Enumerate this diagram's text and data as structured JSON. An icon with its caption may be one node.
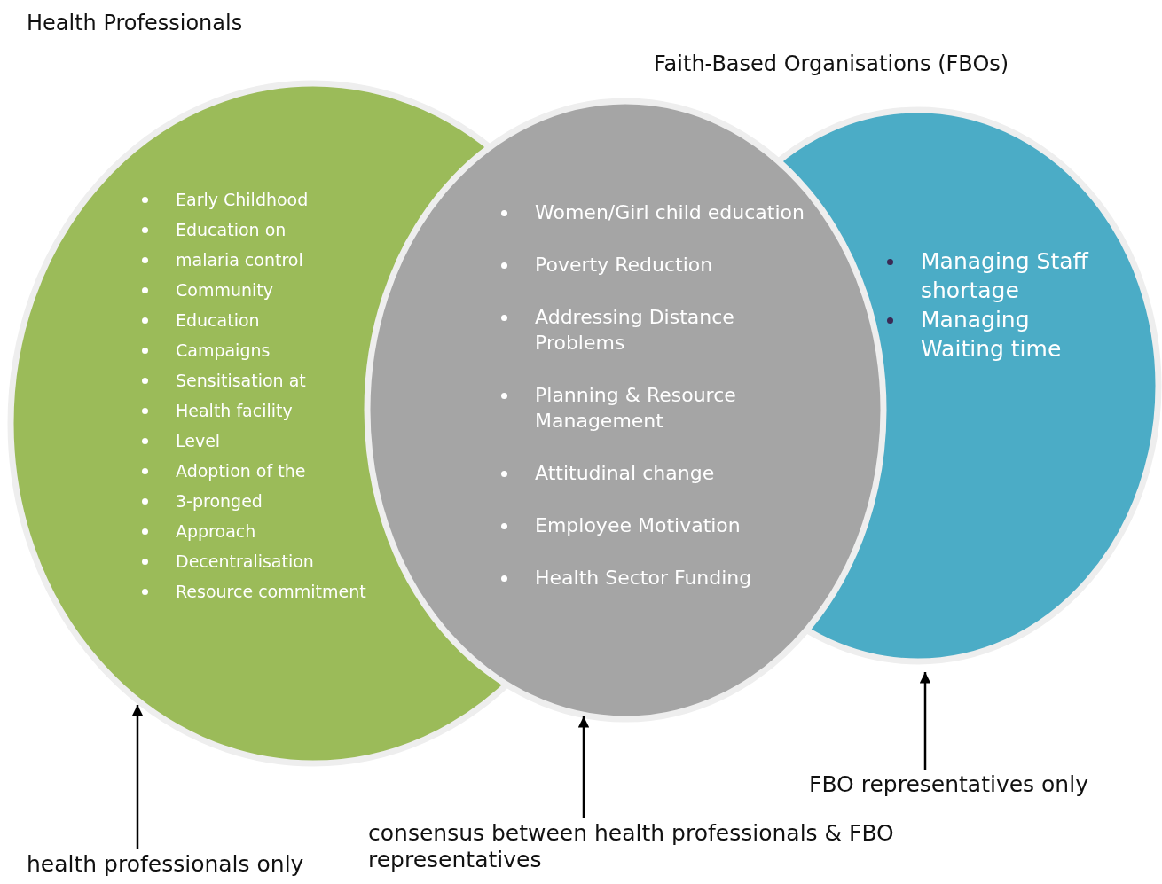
{
  "diagram": {
    "nodes": [
      {
        "text": [
          "Health Professionals",
          "Early Childhood",
          "Education on",
          "malaria control",
          "Community",
          "Education",
          "Campaigns",
          "Sensitisation at",
          "Health facility",
          "Level",
          "Adoption of the",
          "3-pronged",
          "Approach",
          "Decentralisation",
          "Resource commitment"
        ]
      },
      {
        "text": [
          "Women/Girl child education",
          "Poverty Reduction",
          "Addressing Distance Problems",
          "Planning & Resource Management",
          "Attitudinal change",
          "Employee Motivation",
          "Health Sector Funding"
        ]
      },
      {
        "text": [
          "Faith-Based Organisations (FBOs)",
          "Managing Staff shortage",
          "Managing Waiting time"
        ]
      },
      {
        "text": [
          "health professionals only"
        ]
      },
      {
        "text": [
          "consensus between health professionals & FBO representatives"
        ]
      },
      {
        "text": [
          "FBO representatives only"
        ]
      }
    ],
    "edges": [
      {
        "from": 3,
        "to": 0,
        "arrow": "to"
      },
      {
        "from": 4,
        "to": 1,
        "arrow": "to"
      },
      {
        "from": 5,
        "to": 2,
        "arrow": "to"
      }
    ]
  }
}
